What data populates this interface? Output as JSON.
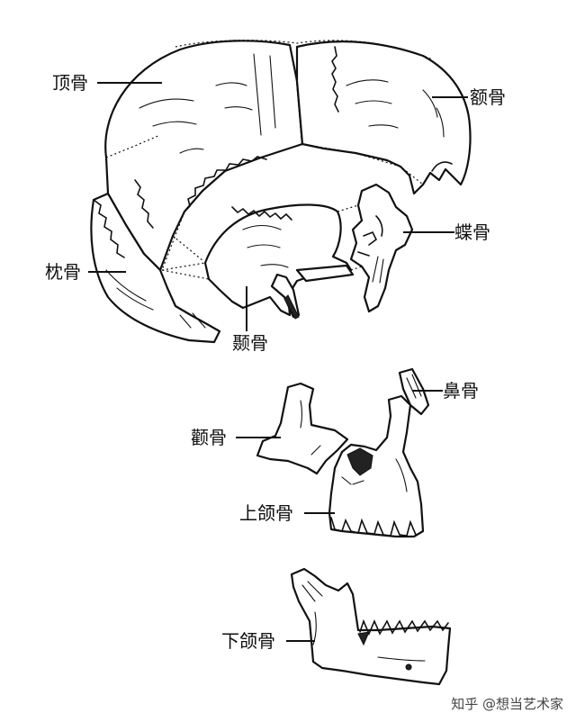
{
  "labels": {
    "parietal": "顶骨",
    "frontal": "额骨",
    "sphenoid": "蝶骨",
    "occipital": "枕骨",
    "temporal": "颞骨",
    "nasal": "鼻骨",
    "zygomatic": "颧骨",
    "maxilla": "上颌骨",
    "mandible": "下颌骨"
  },
  "watermark": "知乎 @想当艺术家"
}
